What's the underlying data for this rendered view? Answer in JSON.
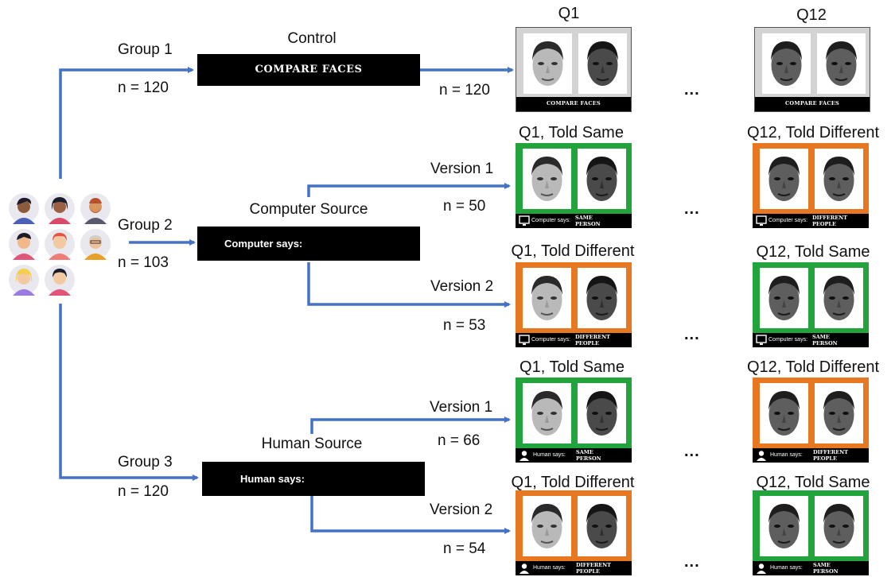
{
  "colors": {
    "arrow": "#4472c4",
    "frame_same": "#22a33c",
    "frame_different": "#e87722",
    "frame_control": "#d3d3d3"
  },
  "groups": [
    {
      "label": "Group 1",
      "n": "n = 120"
    },
    {
      "label": "Group 2",
      "n": "n = 103"
    },
    {
      "label": "Group 3",
      "n": "n = 120"
    }
  ],
  "conditions": {
    "control": {
      "title": "Control",
      "box_text": "COMPARE FACES",
      "branch_n": "n = 120"
    },
    "computer": {
      "title": "Computer Source",
      "box_text": "Computer says:",
      "v1": {
        "label": "Version 1",
        "n": "n = 50"
      },
      "v2": {
        "label": "Version 2",
        "n": "n = 53"
      }
    },
    "human": {
      "title": "Human Source",
      "box_text": "Human says:",
      "v1": {
        "label": "Version 1",
        "n": "n = 66"
      },
      "v2": {
        "label": "Version 2",
        "n": "n = 54"
      }
    }
  },
  "ellipsis": "...",
  "rows": [
    {
      "q1_title": "Q1",
      "q12_title": "Q12"
    },
    {
      "q1_title": "Q1, Told Same",
      "q12_title": "Q12, Told Different"
    },
    {
      "q1_title": "Q1, Told Different",
      "q12_title": "Q12, Told Same"
    },
    {
      "q1_title": "Q1, Told Same",
      "q12_title": "Q12, Told Different"
    },
    {
      "q1_title": "Q1, Told Different",
      "q12_title": "Q12, Told Same"
    }
  ],
  "card_text": {
    "compare": "COMPARE FACES",
    "computer_source": "Computer says:",
    "human_source": "Human says:",
    "same_1": "SAME",
    "same_2": "PERSON",
    "diff_1": "DIFFERENT",
    "diff_2": "PEOPLE"
  }
}
